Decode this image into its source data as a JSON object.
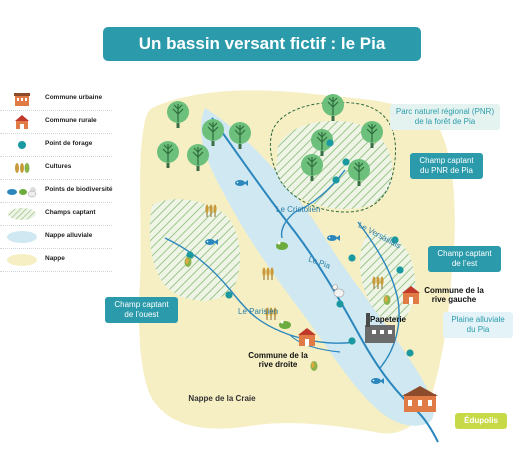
{
  "title": "Un bassin versant fictif : le Pia",
  "legend": {
    "items": [
      {
        "label": "Commune urbaine",
        "icon": "urban-building-icon"
      },
      {
        "label": "Commune rurale",
        "icon": "rural-house-icon"
      },
      {
        "label": "Point de forage",
        "icon": "drilling-point-icon"
      },
      {
        "label": "Cultures",
        "icon": "crops-icon"
      },
      {
        "label": "Points de biodiversité",
        "icon": "biodiversity-icon"
      },
      {
        "label": "Champs captant",
        "icon": "hatched-area-icon"
      },
      {
        "label": "Nappe alluviale",
        "icon": "alluvial-aquifer-icon"
      },
      {
        "label": "Nappe",
        "icon": "aquifer-icon"
      }
    ]
  },
  "callouts": {
    "pnr": "Parc naturel régional (PNR) de la forêt de Pia",
    "champ_pnr": "Champ captant du PNR de Pia",
    "champ_est": "Champ captant de l’est",
    "champ_ouest": "Champ captant de l’ouest",
    "plaine": "Plaine alluviale du Pia",
    "nappe_craie": "Nappe de la Craie",
    "edupolis": "Édupolis"
  },
  "places": {
    "rive_gauche": "Commune de la rive gauche",
    "rive_droite": "Commune de la rive droite",
    "papeterie": "Papeterie"
  },
  "rivers": {
    "cristolien": "Le Cristolien",
    "pia": "Le Pia",
    "versaillais": "Le Versaillais",
    "parisien": "Le Parisien"
  },
  "colors": {
    "teal": "#2b9bab",
    "nappe": "#f7efc4",
    "alluviale": "#cfe8f1",
    "river": "#2a86bd",
    "tree": "#6cc07b",
    "building": "#e07b45"
  }
}
